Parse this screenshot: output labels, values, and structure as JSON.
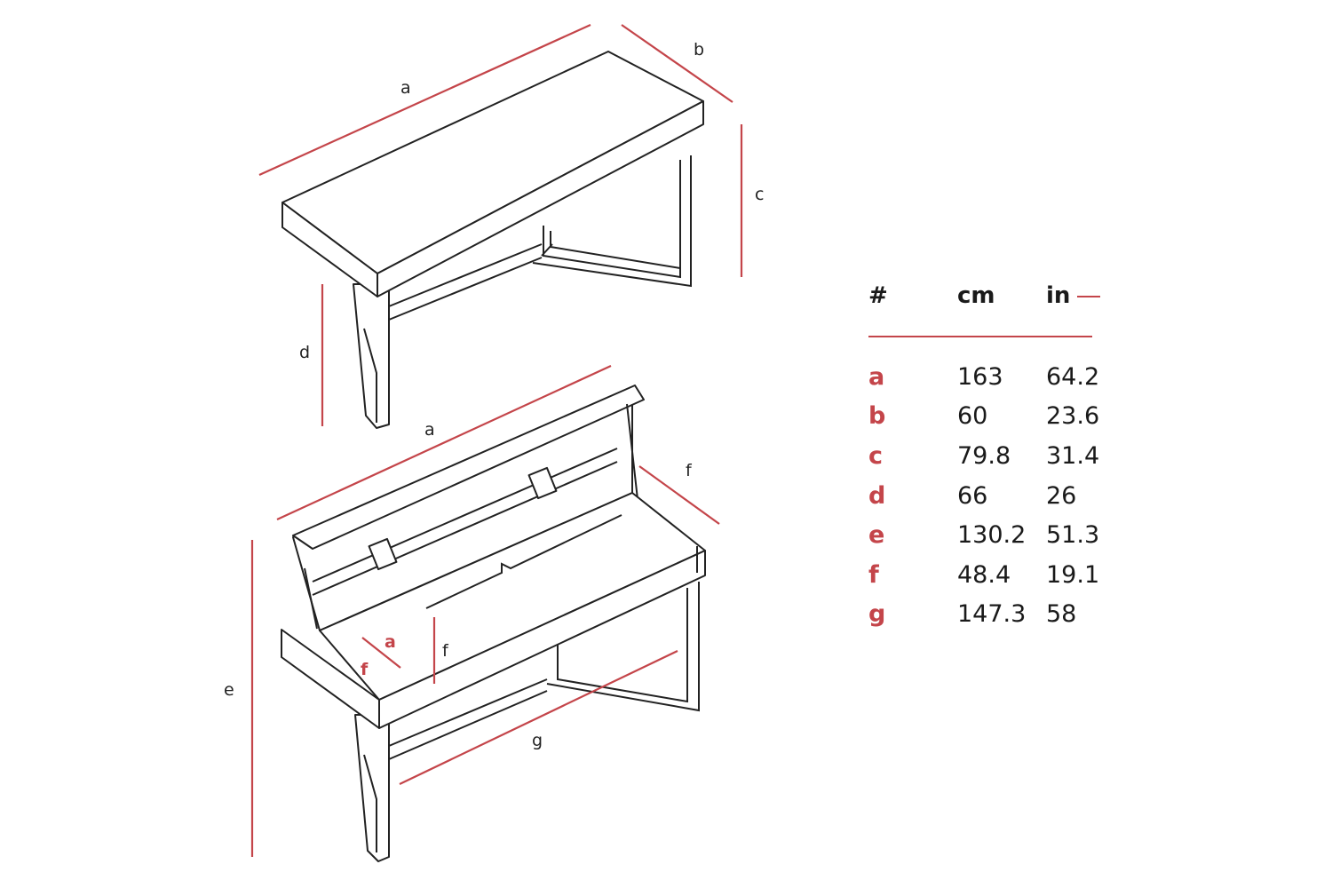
{
  "diagram": {
    "closed_desk_labels": {
      "a": "a",
      "b": "b",
      "c": "c",
      "d": "d"
    },
    "open_desk_labels": {
      "a": "a",
      "e": "e",
      "f": "f",
      "g": "g",
      "inner_f": "f",
      "inner_small_a": "a",
      "inner_small_f": "f"
    }
  },
  "table": {
    "headers": [
      "#",
      "cm",
      "in"
    ],
    "rows": [
      {
        "key": "a",
        "cm": "163",
        "in": "64.2"
      },
      {
        "key": "b",
        "cm": "60",
        "in": "23.6"
      },
      {
        "key": "c",
        "cm": "79.8",
        "in": "31.4"
      },
      {
        "key": "d",
        "cm": "66",
        "in": "26"
      },
      {
        "key": "e",
        "cm": "130.2",
        "in": "51.3"
      },
      {
        "key": "f",
        "cm": "48.4",
        "in": "19.1"
      },
      {
        "key": "g",
        "cm": "147.3",
        "in": "58"
      }
    ]
  },
  "colors": {
    "accent": "#c4454a",
    "line": "#222222"
  }
}
